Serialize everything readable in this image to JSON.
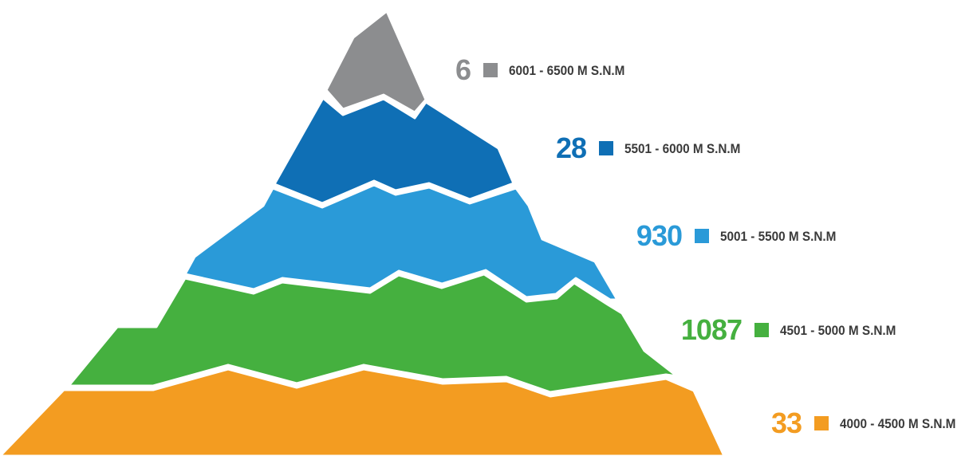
{
  "bands": [
    {
      "count": "6",
      "range": "6001 - 6500 M S.N.M",
      "color": "#8c8d8f"
    },
    {
      "count": "28",
      "range": "5501 - 6000 M S.N.M",
      "color": "#0f6fb5"
    },
    {
      "count": "930",
      "range": "5001 - 5500 M S.N.M",
      "color": "#2a9ad8"
    },
    {
      "count": "1087",
      "range": "4501 - 5000 M S.N.M",
      "color": "#45b03f"
    },
    {
      "count": "33",
      "range": "4000 - 4500 M S.N.M",
      "color": "#f39c21"
    }
  ],
  "background_color": "#ffffff",
  "range_text_color": "#3a3a3a"
}
